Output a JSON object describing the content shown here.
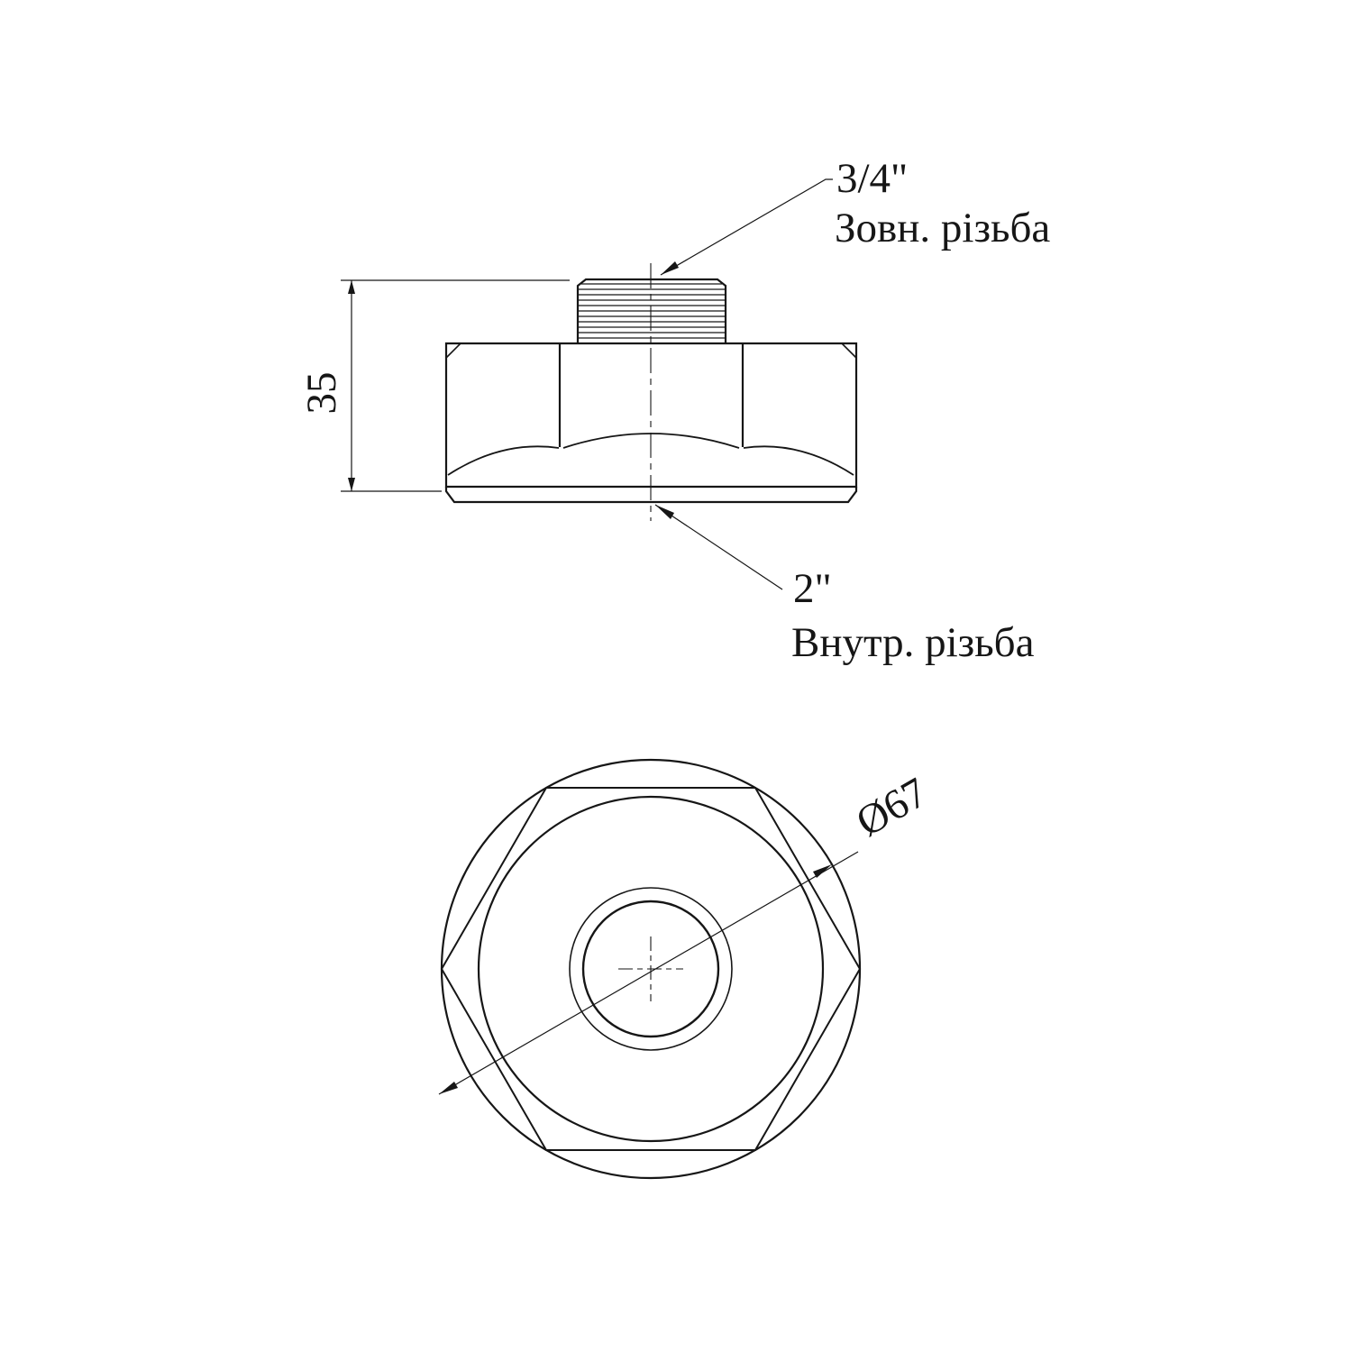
{
  "drawing": {
    "kind": "technical-drawing-pipe-adapter",
    "callout_top": {
      "size": "3/4\"",
      "type": "Зовн. різьба"
    },
    "callout_bottom": {
      "size": "2\"",
      "type": "Внутр. різьба"
    },
    "dimensions": {
      "height": "35",
      "diameter": "Ø67"
    },
    "colors": {
      "line": "#161616",
      "background": "#ffffff"
    }
  }
}
